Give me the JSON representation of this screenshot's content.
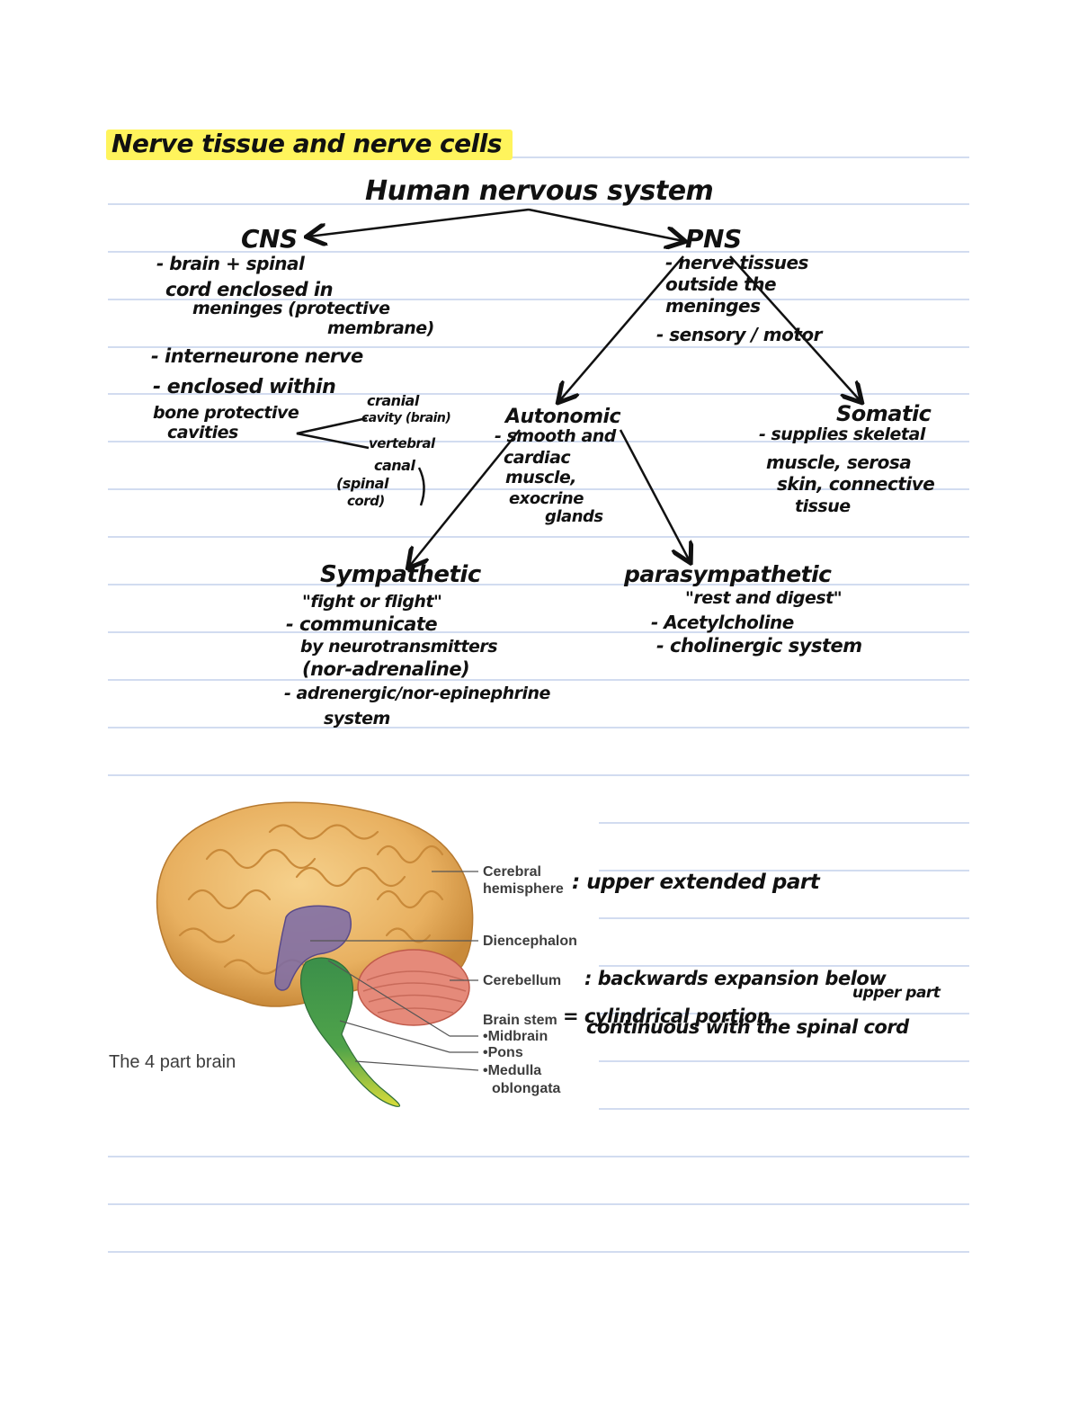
{
  "title": "Nerve tissue and nerve cells",
  "root": "Human nervous system",
  "cns": {
    "heading": "CNS",
    "notes": [
      "- brain + spinal",
      "cord enclosed in",
      "meninges (protective",
      "membrane)",
      "- interneurone nerve",
      "- enclosed within",
      "bone protective",
      "cavities"
    ],
    "cavities": [
      "cranial",
      "cavity (brain)",
      "vertebral",
      "canal",
      "(spinal",
      "cord)"
    ]
  },
  "pns": {
    "heading": "PNS",
    "notes": [
      "- nerve tissues",
      "outside the",
      "meninges",
      "- sensory / motor"
    ]
  },
  "autonomic": {
    "heading": "Autonomic",
    "notes": [
      "- smooth and",
      "cardiac",
      "muscle,",
      "exocrine",
      "glands"
    ]
  },
  "somatic": {
    "heading": "Somatic",
    "notes": [
      "- supplies skeletal",
      "muscle, serosa",
      "skin, connective",
      "tissue"
    ]
  },
  "sympathetic": {
    "heading": "Sympathetic",
    "notes": [
      "\"fight or flight\"",
      "- communicate",
      "by neurotransmitters",
      "(nor-adrenaline)",
      "- adrenergic/nor-epinephrine",
      "system"
    ]
  },
  "parasympathetic": {
    "heading": "parasympathetic",
    "notes": [
      "\"rest and digest\"",
      "- Acetylcholine",
      "- cholinergic system"
    ]
  },
  "brain_figure": {
    "caption": "The 4 part brain",
    "labels": {
      "cerebral_1": "Cerebral",
      "cerebral_2": "hemisphere",
      "diencephalon": "Diencephalon",
      "cerebellum": "Cerebellum",
      "brainstem": "Brain stem",
      "midbrain": "•Midbrain",
      "pons": "•Pons",
      "medulla_1": "•Medulla",
      "medulla_2": "oblongata"
    },
    "notes": {
      "cerebral": ": upper extended part",
      "cerebellum": ": backwards expansion below",
      "cerebellum_2": "upper part",
      "brainstem": "= cylindrical portion",
      "brainstem_2": "continuous with the spinal cord"
    }
  },
  "colors": {
    "highlight": "#fff45c",
    "rule": "#b7c6e6",
    "ink": "#111111",
    "cerebrum": "#e8b060",
    "diencephalon": "#7a6aa8",
    "cerebellum": "#e58a7a",
    "midbrain": "#4e9a56",
    "pons": "#3b8f4a",
    "medulla": "#c9d635"
  }
}
